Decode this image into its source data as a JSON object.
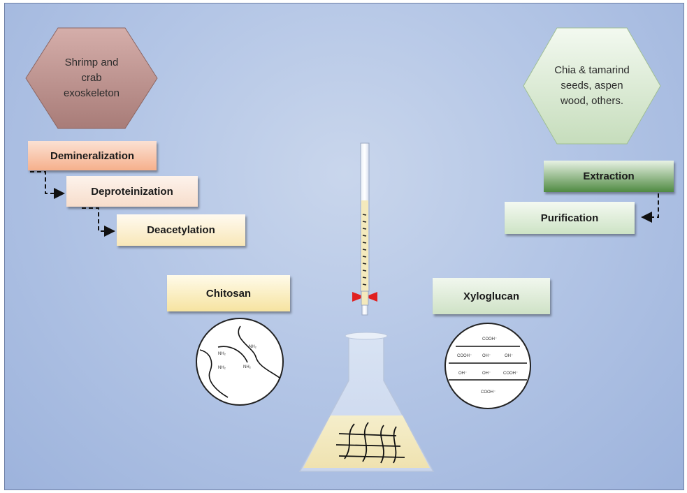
{
  "sources": {
    "left": "Shrimp and crab exoskeleton",
    "right": "Chia & tamarind seeds, aspen wood, others."
  },
  "chitosan_steps": [
    "Demineralization",
    "Deproteinization",
    "Deacetylation"
  ],
  "xyloglucan_steps": [
    "Extraction",
    "Purification"
  ],
  "products": {
    "left": "Chitosan",
    "right": "Xyloglucan"
  },
  "chitosan_groups": [
    "NH₂",
    "NH₂",
    "NH₂",
    "NH₂"
  ],
  "xyloglucan_groups": [
    "COOH⁻",
    "COOH⁻",
    "OH⁻",
    "OH⁻",
    "OH⁻",
    "OH⁻",
    "COOH⁻",
    "COOH⁻"
  ],
  "colors": {
    "left_hexagon": "#b88a86",
    "right_hexagon": "#cfe2c6",
    "background": "#b4c6e6",
    "stopcock": "#e02020"
  }
}
